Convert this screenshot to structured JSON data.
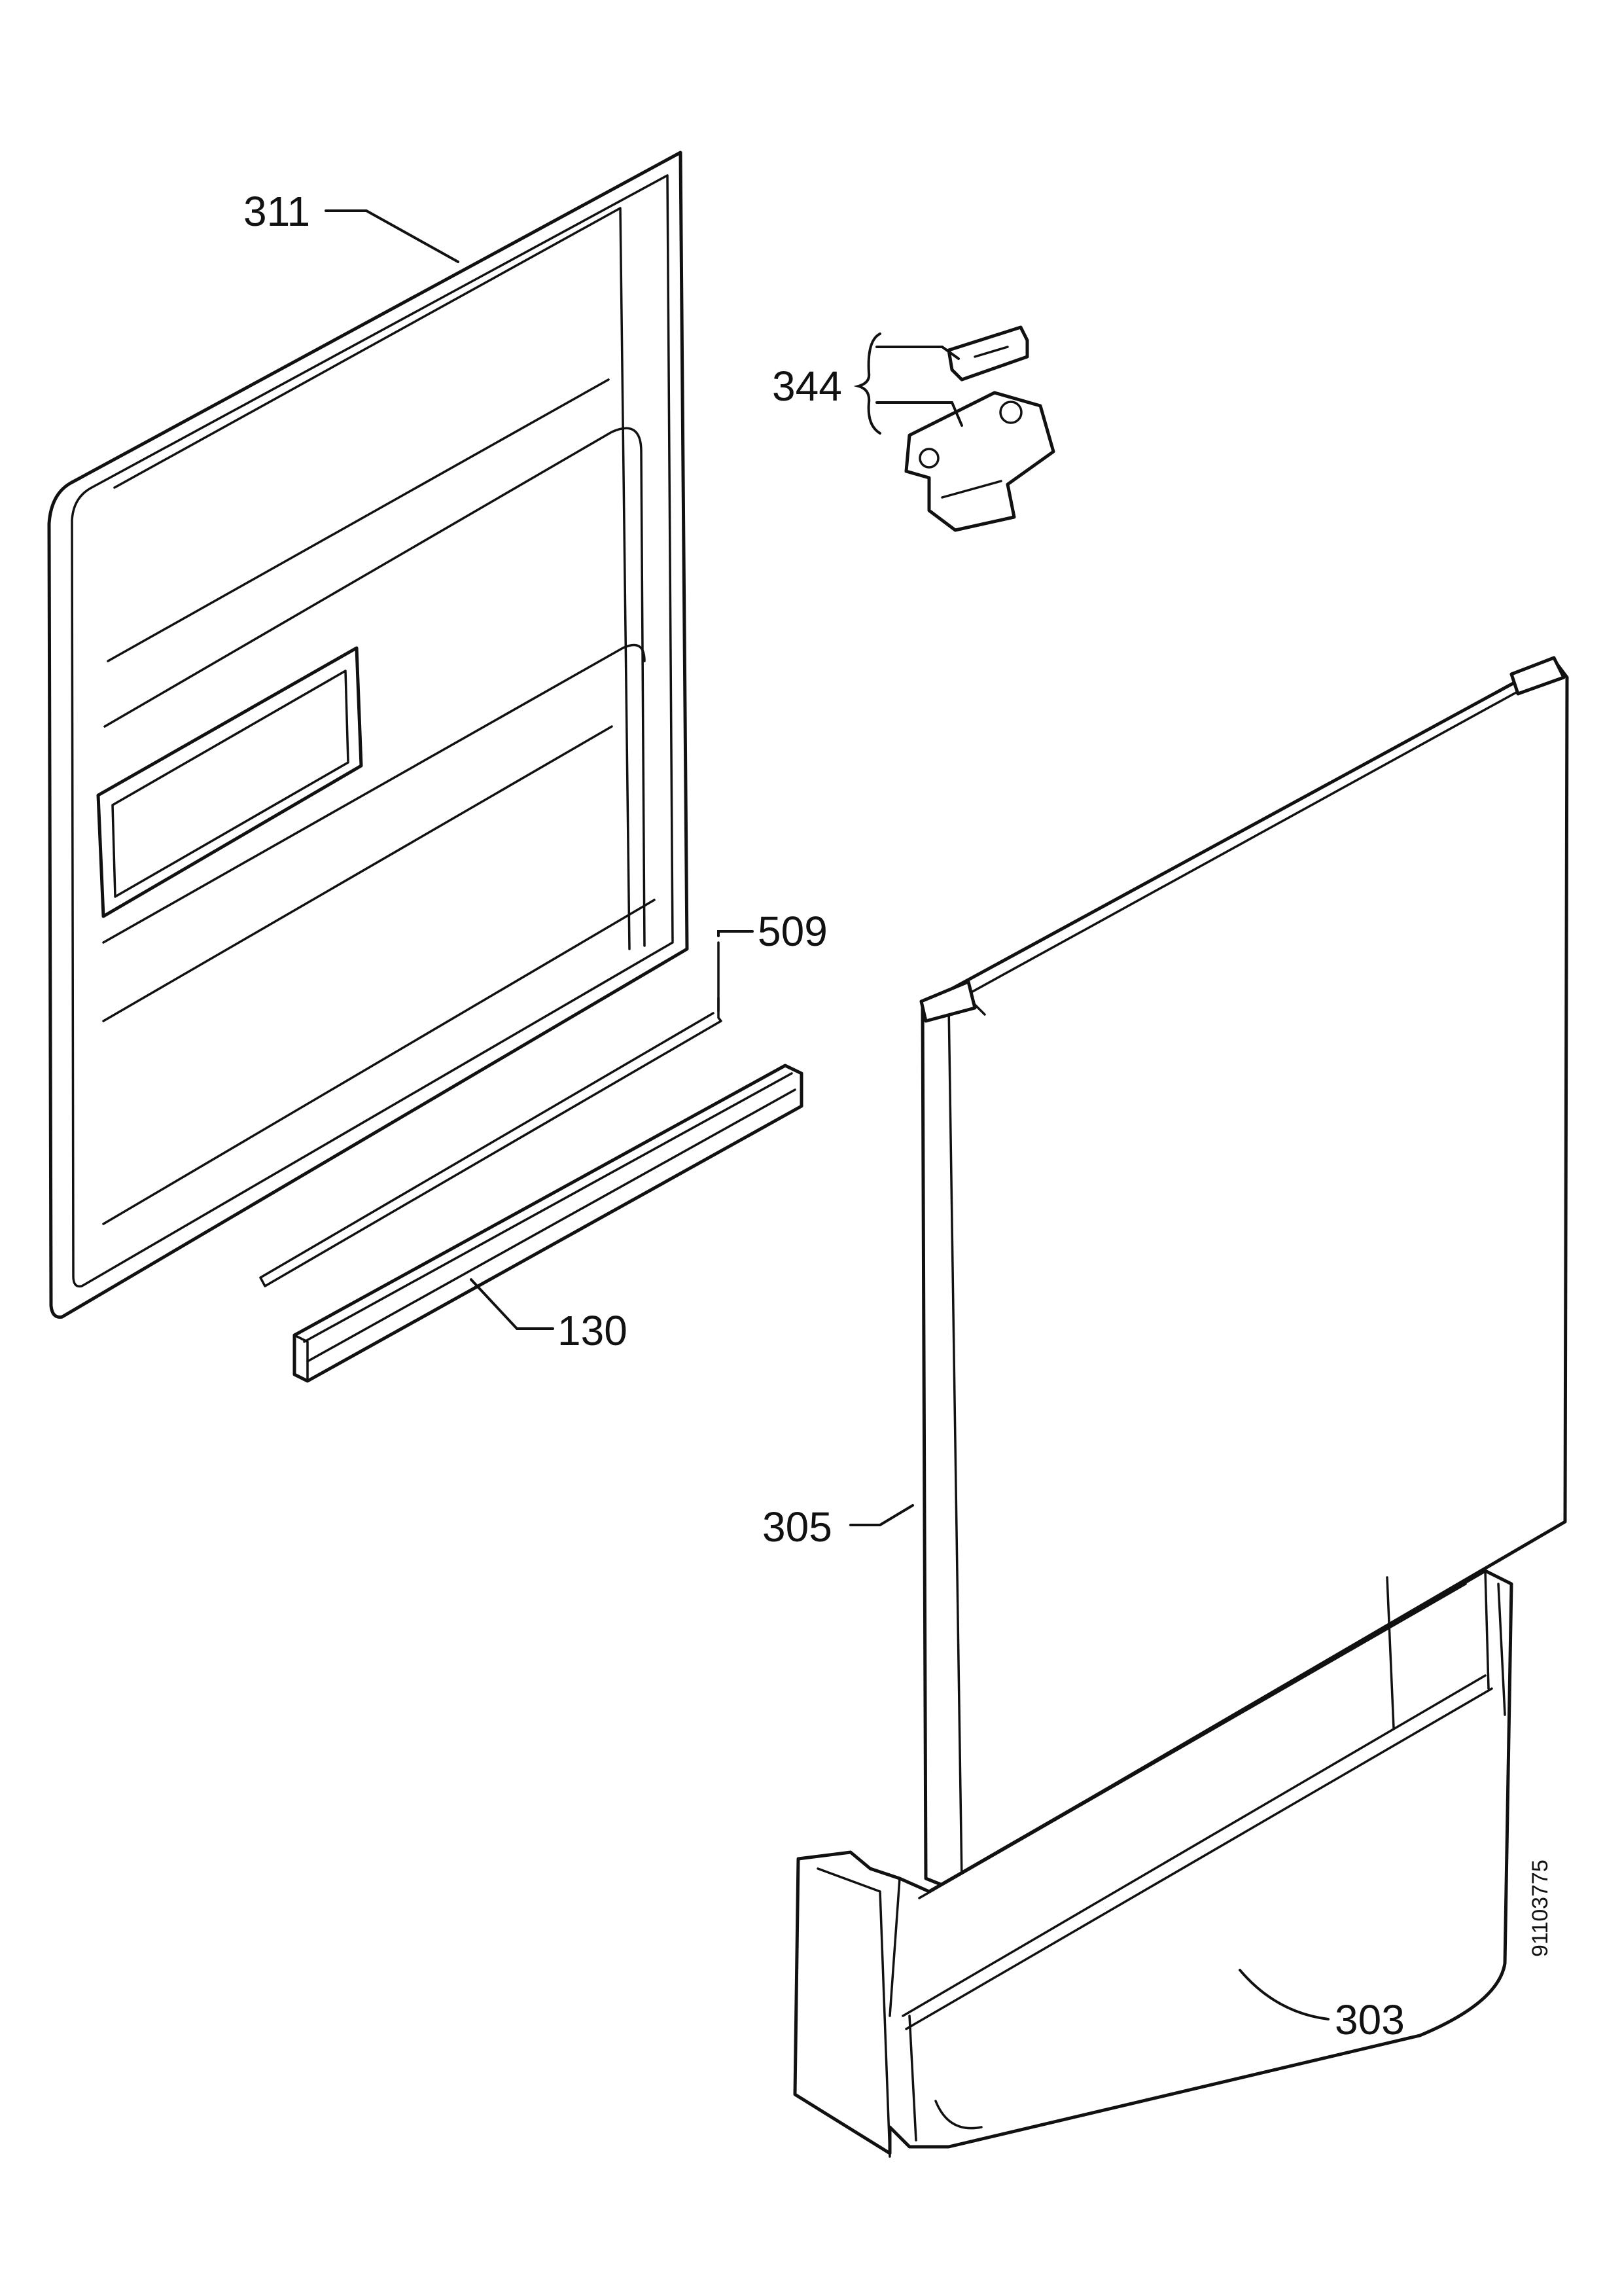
{
  "colors": {
    "ink": "#111111",
    "paper": "#ffffff"
  },
  "parts": [
    {
      "id": "311",
      "label": "311"
    },
    {
      "id": "344",
      "label": "344"
    },
    {
      "id": "509",
      "label": "509"
    },
    {
      "id": "130",
      "label": "130"
    },
    {
      "id": "305",
      "label": "305"
    },
    {
      "id": "303",
      "label": "303"
    }
  ],
  "drawing_number": "91103775"
}
